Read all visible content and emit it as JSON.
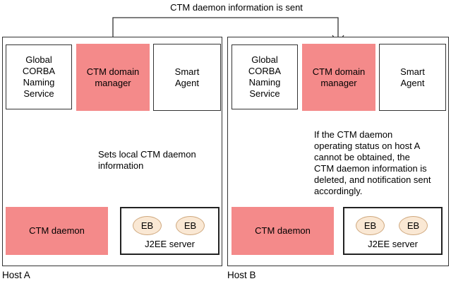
{
  "title": "CTM daemon information is sent",
  "hosts": [
    {
      "name": "Host A",
      "naming_service": "Global\nCORBA\nNaming\nService",
      "domain_manager": "CTM domain\nmanager",
      "smart_agent": "Smart\nAgent",
      "ctm_daemon": "CTM daemon",
      "j2ee_server": "J2EE server",
      "eb": [
        "EB",
        "EB"
      ],
      "annotation": "Sets local CTM daemon\ninformation"
    },
    {
      "name": "Host B",
      "naming_service": "Global\nCORBA\nNaming\nService",
      "domain_manager": "CTM domain\nmanager",
      "smart_agent": "Smart\nAgent",
      "ctm_daemon": "CTM daemon",
      "j2ee_server": "J2EE server",
      "eb": [
        "EB",
        "EB"
      ],
      "annotation": "If the CTM daemon\noperating status on host A\ncannot be obtained, the\nCTM daemon information is\ndeleted, and notification sent\naccordingly."
    }
  ],
  "colors": {
    "highlight_pink": "#f48a8a",
    "eb_fill": "#fae8d4",
    "eb_border": "#cfa87e",
    "line": "#333333"
  }
}
